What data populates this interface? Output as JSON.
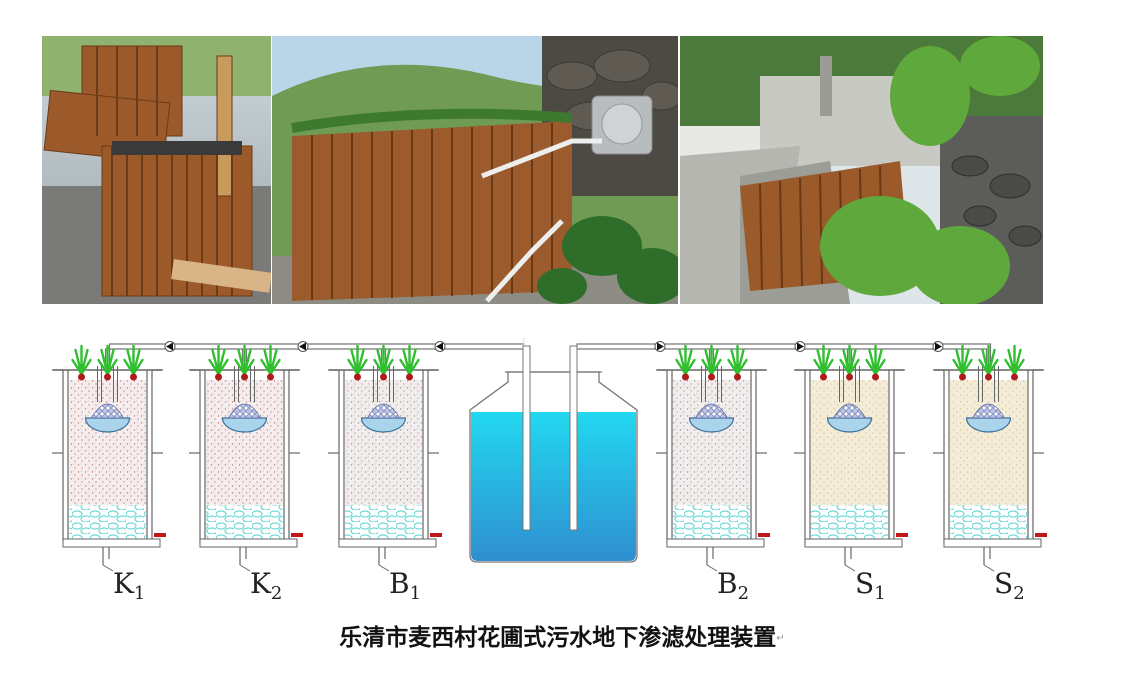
{
  "caption": "乐清市麦西村花圃式污水地下渗滤处理装置",
  "caption_mark": "↵",
  "units": [
    {
      "letter": "K",
      "sub": "1",
      "media": "red-speckled"
    },
    {
      "letter": "K",
      "sub": "2",
      "media": "red-speckled"
    },
    {
      "letter": "B",
      "sub": "1",
      "media": "grey-speckled"
    },
    {
      "letter": "B",
      "sub": "2",
      "media": "grey-speckled"
    },
    {
      "letter": "S",
      "sub": "1",
      "media": "sand"
    },
    {
      "letter": "S",
      "sub": "2",
      "media": "sand"
    }
  ],
  "colors": {
    "tank_water_top": "#22d8f0",
    "tank_water_bottom": "#2f8fd0",
    "plant": "#2fbf2f",
    "gravel": "#7fe0e0",
    "valve": "#c01818"
  },
  "photos": [
    {
      "name": "wooden-planter-construction-photo"
    },
    {
      "name": "wooden-planter-with-water-tank-photo"
    },
    {
      "name": "planter-by-roadside-photo"
    }
  ]
}
